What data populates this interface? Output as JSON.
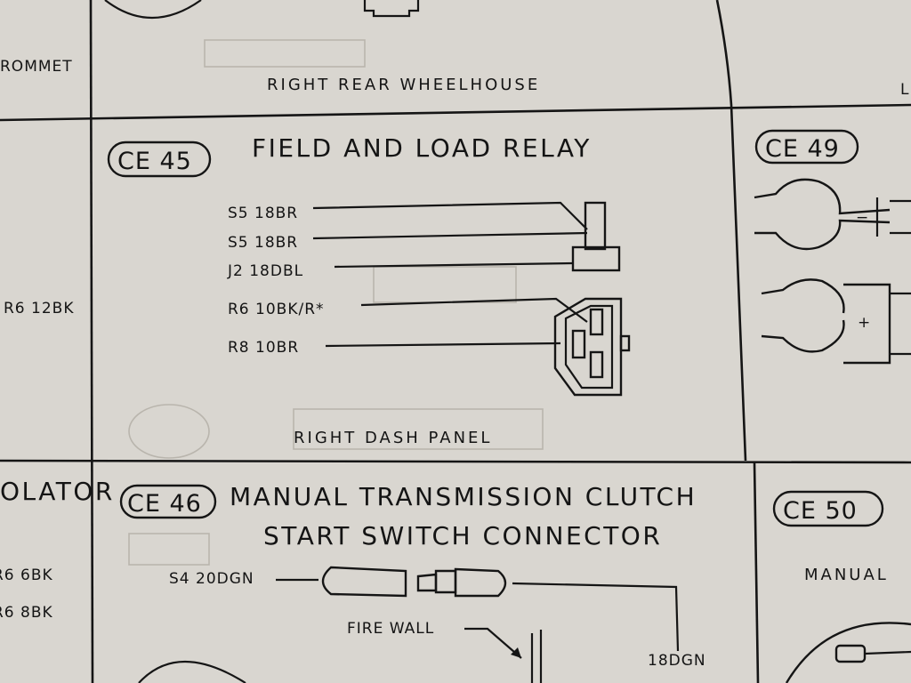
{
  "top": {
    "left_partial": "ROMMET",
    "caption": "RIGHT REAR WHEELHOUSE"
  },
  "left_column": {
    "r6_12bk": "R6 12BK",
    "isolator_partial": "OLATOR",
    "r6_6bk_partial": "R6 6BK",
    "r6_8bk_partial": "R6 8BK"
  },
  "ce45": {
    "code": "CE 45",
    "title": "FIELD AND LOAD RELAY",
    "wires": [
      "S5 18BR",
      "S5 18BR",
      "J2 18DBL",
      "R6 10BK/R*",
      "R8 10BR"
    ],
    "location": "RIGHT DASH PANEL"
  },
  "ce49": {
    "code": "CE 49",
    "minus": "−",
    "plus": "+"
  },
  "ce46": {
    "code": "CE 46",
    "title_line1": "MANUAL TRANSMISSION CLUTCH",
    "title_line2": "START SWITCH CONNECTOR",
    "wire_left": "S4 20DGN",
    "firewall": "FIRE WALL",
    "wire_right": "18DGN"
  },
  "ce50": {
    "code": "CE 50",
    "label_partial": "MANUAL"
  }
}
